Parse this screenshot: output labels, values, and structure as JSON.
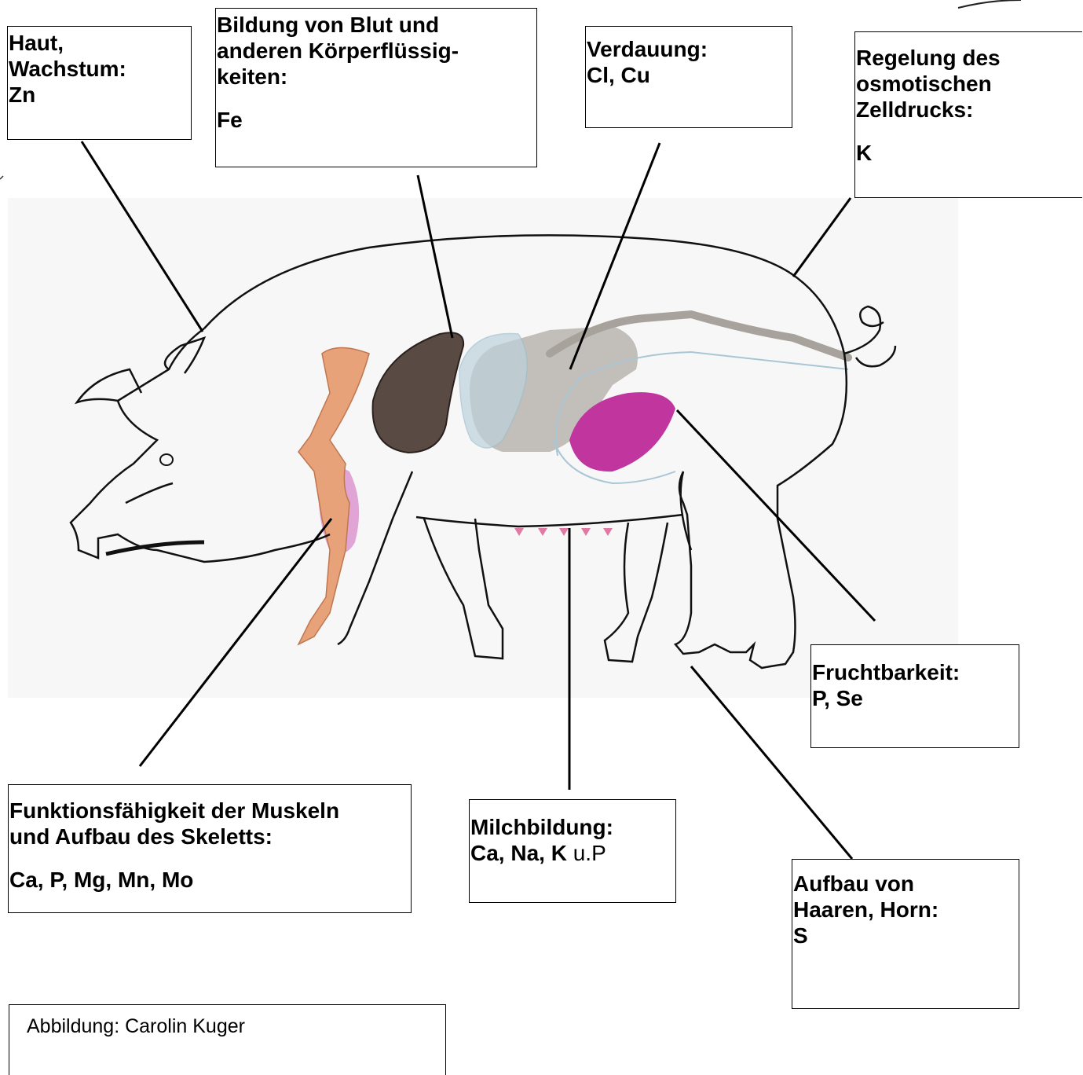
{
  "labels": {
    "skin": {
      "title": "Haut, Wachstum:",
      "elements": "Zn"
    },
    "blood": {
      "title": "Bildung von Blut und anderen Körperflüssig-keiten:",
      "line1": "Bildung von Blut und",
      "line2": "anderen Körperflüssig-",
      "line3": "keiten:",
      "elements": "Fe"
    },
    "digestion": {
      "title": "Verdauung:",
      "elements": "Cl, Cu"
    },
    "osmotic": {
      "line1": "Regelung des",
      "line2": "osmotischen",
      "line3": "Zelldrucks:",
      "elements": "K"
    },
    "fertility": {
      "title": "Fruchtbarkeit:",
      "elements": "P, Se"
    },
    "muscles": {
      "line1": "Funktionsfähigkeit der Muskeln",
      "line2": "und Aufbau des Skeletts:",
      "elements": "Ca, P, Mg, Mn, Mo"
    },
    "milk": {
      "title": "Milchbildung:",
      "elements_bold": "Ca, Na, K",
      "elements_normal": " u.P"
    },
    "hair": {
      "line1": "Aufbau von",
      "line2": "Haaren, Horn:",
      "elements": "S"
    },
    "credit": "Abbildung: Carolin Kuger"
  },
  "colors": {
    "outline": "#111111",
    "liver": "#5a4a44",
    "bones": "#e8a27a",
    "intestines": "#b8b4ae",
    "stomach": "#bdd2dd",
    "uterus": "#c0359e",
    "udder": "#e07aa5",
    "muscle": "#d88ac8"
  }
}
